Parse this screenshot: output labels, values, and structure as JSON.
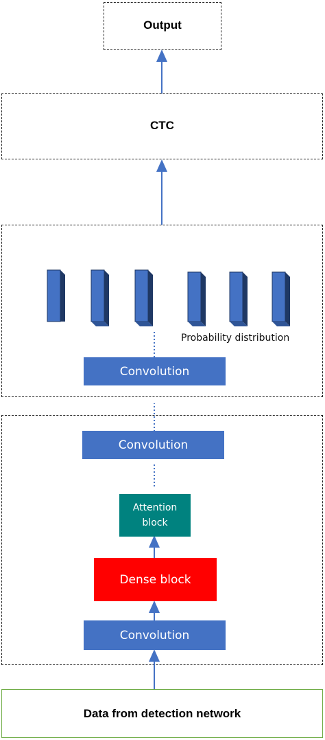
{
  "nodes": {
    "output": "Output",
    "ctc": "CTC",
    "probability": "Probability distribution",
    "conv_top": "Convolution",
    "conv_mid": "Convolution",
    "attention_line1": "Attention",
    "attention_line2": "block",
    "dense": "Dense block",
    "conv_bottom": "Convolution",
    "input": "Data from detection network"
  },
  "colors": {
    "conv_blue": "#4472c4",
    "attention_teal": "#00827f",
    "dense_red": "#ff0000",
    "input_border_green": "#70ad47",
    "arrow_blue": "#4472c4"
  }
}
